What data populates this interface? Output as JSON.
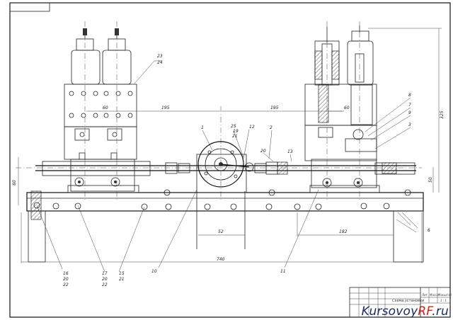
{
  "drawing": {
    "title_block": {
      "name": "Схема установки",
      "scale": "1 : 1",
      "col_a": "Лит.",
      "col_b": "Масса",
      "col_c": "Масштаб"
    },
    "dimensions": {
      "overall_width": "740",
      "half_left": "195",
      "half_right": "195",
      "small_left": "60",
      "small_right": "60",
      "bottom_center": "52",
      "bottom_right": "182",
      "height_left": "80",
      "height_right": "50",
      "height_total": "325"
    },
    "callouts": {
      "c1": "1",
      "c2": "2",
      "c3": "3",
      "c6": "6",
      "c7": "7",
      "c8": "8",
      "c9": "9",
      "c10": "10",
      "c11": "11",
      "c12": "12",
      "c13": "13",
      "c20": "20",
      "c23": "23",
      "c24": "24",
      "c25": "25",
      "c19": "19",
      "c21": "21",
      "b16": "16",
      "b20a": "20",
      "b22a": "22",
      "b17": "17",
      "b20b": "20",
      "b22b": "22",
      "b15": "15",
      "b21": "21"
    }
  },
  "watermark": {
    "part1": "Kursovoy",
    "part2": "RF",
    "part3": ".ru"
  }
}
